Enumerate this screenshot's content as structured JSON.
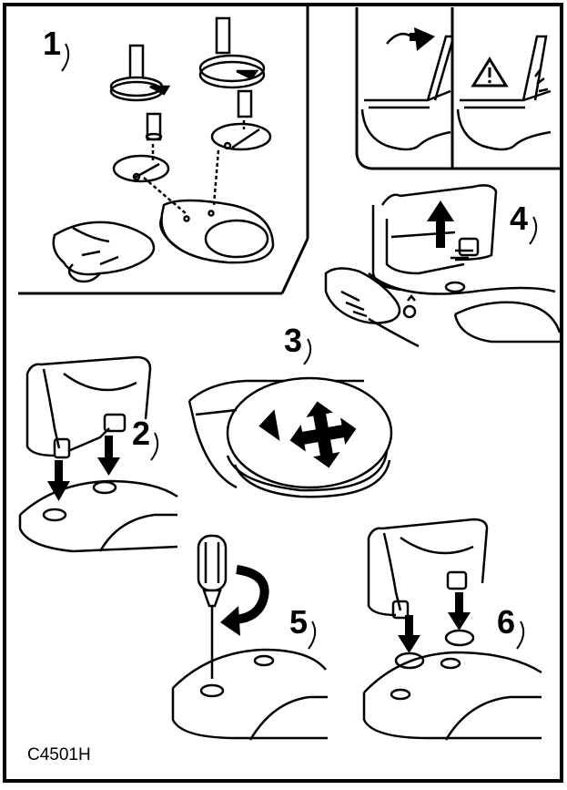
{
  "document": {
    "code": "C4501H",
    "steps": [
      {
        "number": "1"
      },
      {
        "number": "2"
      },
      {
        "number": "3"
      },
      {
        "number": "4"
      },
      {
        "number": "5"
      },
      {
        "number": "6"
      }
    ],
    "icons": {
      "warning": "warning-triangle-icon",
      "rotate": "rotate-arrow-icon",
      "down_arrow": "down-arrow-icon",
      "up_arrow": "up-arrow-icon"
    },
    "colors": {
      "ink": "#000000",
      "paper": "#ffffff"
    }
  }
}
